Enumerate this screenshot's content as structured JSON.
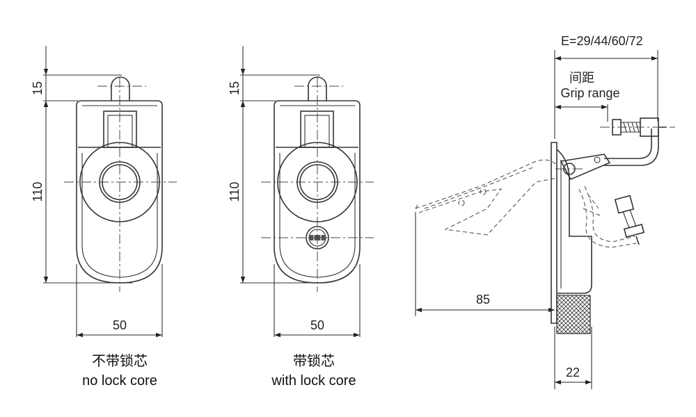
{
  "left_view": {
    "dim_top": "15",
    "dim_height": "110",
    "dim_width": "50",
    "caption_cn": "不带锁芯",
    "caption_en": "no lock core"
  },
  "middle_view": {
    "dim_top": "15",
    "dim_height": "110",
    "dim_width": "50",
    "caption_cn": "带锁芯",
    "caption_en": "with lock core"
  },
  "side_view": {
    "grip_label": "E=29/44/60/72",
    "grip_cn": "间距",
    "grip_en": "Grip range",
    "dim_reach": "85",
    "dim_depth": "22"
  }
}
